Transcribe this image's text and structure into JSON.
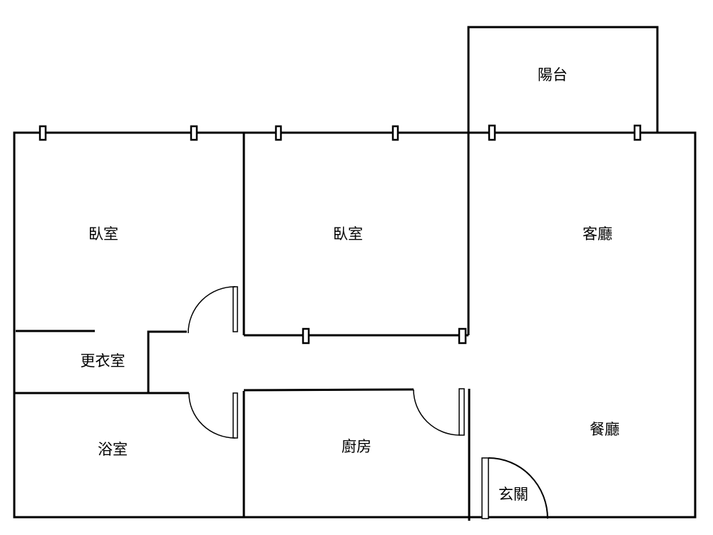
{
  "rooms": {
    "bedroom_1": "臥室",
    "bedroom_2": "臥室",
    "living_room": "客廳",
    "balcony": "陽台",
    "walk_in_closet": "更衣室",
    "bathroom": "浴室",
    "kitchen": "廚房",
    "dining_room": "餐廳",
    "entrance": "玄關"
  }
}
